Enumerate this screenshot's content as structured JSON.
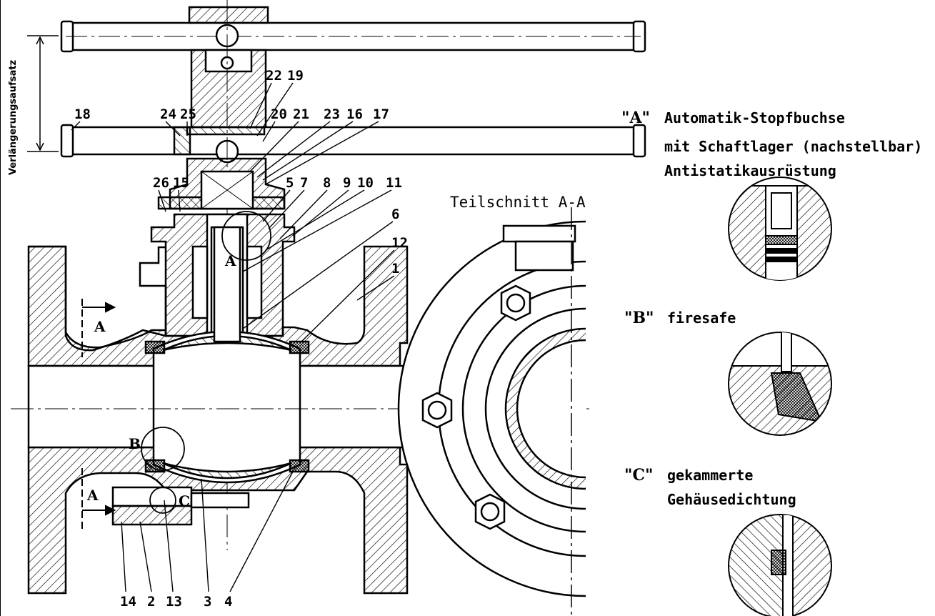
{
  "vertical_label": "Verlängerungsaufsatz",
  "section_title": "Teilschnitt A-A",
  "section_markers": [
    "A",
    "A",
    "A",
    "B",
    "C"
  ],
  "part_numbers": {
    "top_row1": [
      "22",
      "19"
    ],
    "top_row2": [
      "18",
      "24",
      "25",
      "20",
      "21",
      "23",
      "16",
      "17"
    ],
    "mid_row": [
      "26",
      "15",
      "5",
      "7",
      "8",
      "9",
      "10",
      "11"
    ],
    "right_col": [
      "6",
      "12",
      "1"
    ],
    "bottom_row": [
      "14",
      "2",
      "13",
      "3",
      "4"
    ]
  },
  "details": [
    {
      "key": "\"A\"",
      "lines": [
        "Automatik-Stopfbuchse",
        "mit Schaftlager (nachstellbar)",
        "Antistatikausrüstung"
      ]
    },
    {
      "key": "\"B\"",
      "lines": [
        "firesafe"
      ]
    },
    {
      "key": "\"C\"",
      "lines": [
        "gekammerte",
        "Gehäusedichtung"
      ]
    }
  ]
}
